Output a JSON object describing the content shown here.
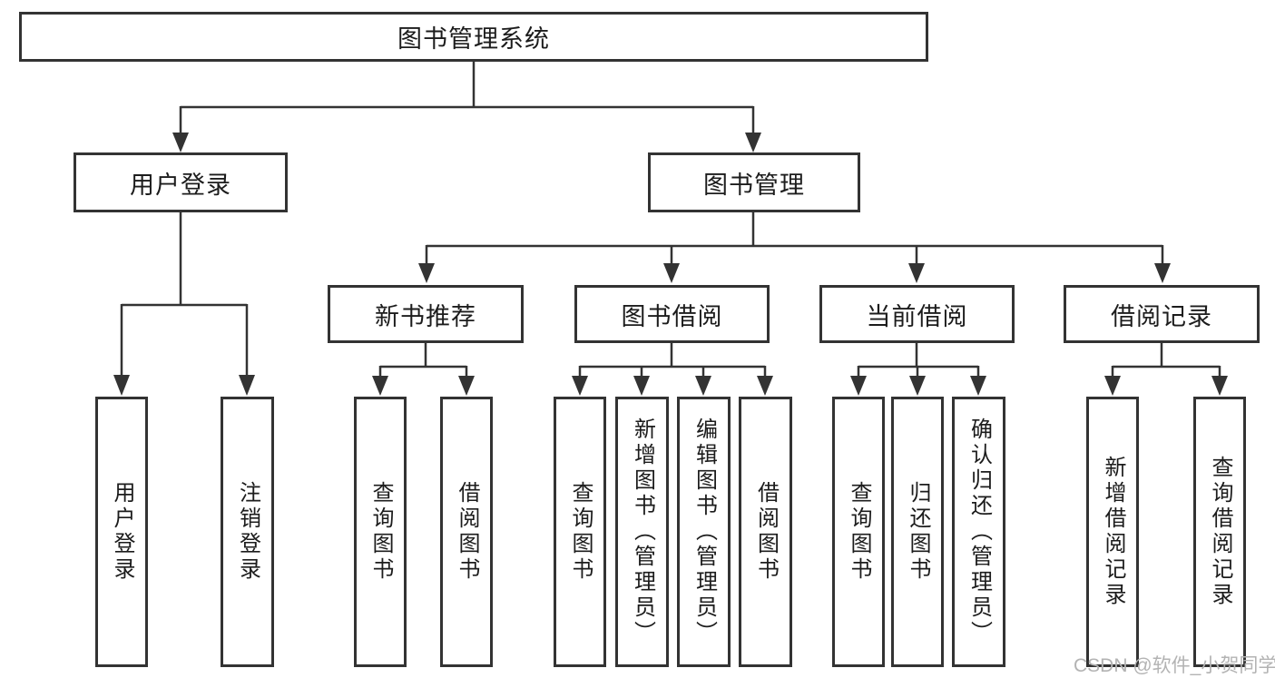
{
  "colors": {
    "background": "#ffffff",
    "box_border": "#333333",
    "connector_line": "#333333",
    "text": "#1c1c1c",
    "watermark": "#b3b3b3"
  },
  "tree": {
    "root": {
      "label": "图书管理系统"
    },
    "branches": [
      {
        "label": "用户登录",
        "leaves": [
          {
            "label": "用户登录"
          },
          {
            "label": "注销登录"
          }
        ]
      },
      {
        "label": "图书管理",
        "groups": [
          {
            "label": "新书推荐",
            "leaves": [
              {
                "label": "查询图书"
              },
              {
                "label": "借阅图书"
              }
            ]
          },
          {
            "label": "图书借阅",
            "leaves": [
              {
                "label": "查询图书"
              },
              {
                "label": "新增图书（管理员）"
              },
              {
                "label": "编辑图书（管理员）"
              },
              {
                "label": "借阅图书"
              }
            ]
          },
          {
            "label": "当前借阅",
            "leaves": [
              {
                "label": "查询图书"
              },
              {
                "label": "归还图书"
              },
              {
                "label": "确认归还（管理员）"
              }
            ]
          },
          {
            "label": "借阅记录",
            "leaves": [
              {
                "label": "新增借阅记录"
              },
              {
                "label": "查询借阅记录"
              }
            ]
          }
        ]
      }
    ]
  },
  "watermark": {
    "text": "CSDN @软件_小贺同学"
  }
}
